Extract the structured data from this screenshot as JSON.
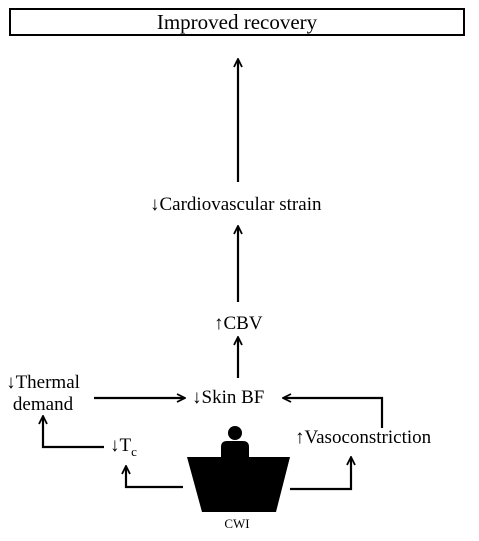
{
  "diagram": {
    "title": "Improved recovery",
    "nodes": {
      "cardiovascular": {
        "arrow": "↓",
        "text": "Cardiovascular strain"
      },
      "cbv": {
        "arrow": "↑",
        "text": "CBV"
      },
      "skin_bf": {
        "arrow": "↓",
        "text": "Skin BF"
      },
      "thermal_line1": {
        "arrow": "↓",
        "text": "Thermal"
      },
      "thermal_line2": "demand",
      "tc": {
        "arrow": "↓",
        "text": "T",
        "subscript": "c"
      },
      "vasoconstriction": {
        "arrow": "↑",
        "text": "Vasoconstriction"
      },
      "cwi": "CWI"
    },
    "colors": {
      "ink": "#000000",
      "background": "#ffffff"
    }
  }
}
